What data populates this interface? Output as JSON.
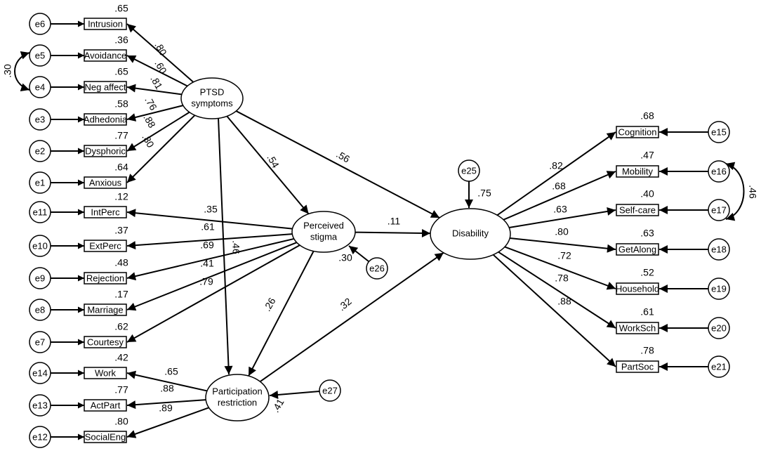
{
  "diagram": {
    "latent": {
      "ptsd": [
        "PTSD",
        "symptoms"
      ],
      "stigma": [
        "Perceived",
        "stigma"
      ],
      "disability": [
        "Disability"
      ],
      "participation": [
        "Participation",
        "restriction"
      ]
    },
    "indicators": {
      "ptsd": [
        {
          "error": "e6",
          "label": "Intrusion",
          "r2": ".65",
          "loading": ".80"
        },
        {
          "error": "e5",
          "label": "Avoidance",
          "r2": ".36",
          "loading": ".60"
        },
        {
          "error": "e4",
          "label": "Neg affect",
          "r2": ".65",
          "loading": ".81"
        },
        {
          "error": "e3",
          "label": "Adhedonia",
          "r2": ".58",
          "loading": ".76"
        },
        {
          "error": "e2",
          "label": "Dysphoric",
          "r2": ".77",
          "loading": ".88"
        },
        {
          "error": "e1",
          "label": "Anxious",
          "r2": ".64",
          "loading": ".80"
        }
      ],
      "stigma": [
        {
          "error": "e11",
          "label": "IntPerc",
          "r2": ".12",
          "loading": ".35"
        },
        {
          "error": "e10",
          "label": "ExtPerc",
          "r2": ".37",
          "loading": ".61"
        },
        {
          "error": "e9",
          "label": "Rejection",
          "r2": ".48",
          "loading": ".69"
        },
        {
          "error": "e8",
          "label": "Marriage",
          "r2": ".17",
          "loading": ".41"
        },
        {
          "error": "e7",
          "label": "Courtesy",
          "r2": ".62",
          "loading": ".79"
        }
      ],
      "participation": [
        {
          "error": "e14",
          "label": "Work",
          "r2": ".42",
          "loading": ".65"
        },
        {
          "error": "e13",
          "label": "ActPart",
          "r2": ".77",
          "loading": ".88"
        },
        {
          "error": "e12",
          "label": "SocialEng",
          "r2": ".80",
          "loading": ".89"
        }
      ],
      "disability": [
        {
          "error": "e15",
          "label": "Cognition",
          "r2": ".68",
          "loading": ".82"
        },
        {
          "error": "e16",
          "label": "Mobility",
          "r2": ".47",
          "loading": ".68"
        },
        {
          "error": "e17",
          "label": "Self-care",
          "r2": ".40",
          "loading": ".63"
        },
        {
          "error": "e18",
          "label": "GetAlong",
          "r2": ".63",
          "loading": ".80"
        },
        {
          "error": "e19",
          "label": "Household",
          "r2": ".52",
          "loading": ".72"
        },
        {
          "error": "e20",
          "label": "WorkSch",
          "r2": ".61",
          "loading": ".78"
        },
        {
          "error": "e21",
          "label": "PartSoc",
          "r2": ".78",
          "loading": ".88"
        }
      ]
    },
    "paths": {
      "ptsd_to_stigma": ".54",
      "ptsd_to_disability": ".56",
      "ptsd_to_participation": ".46",
      "stigma_to_disability": ".11",
      "stigma_to_participation": ".26",
      "participation_to_disability": ".32"
    },
    "disturbances": {
      "stigma": {
        "error": "e26",
        "r2": ".30"
      },
      "disability": {
        "error": "e25",
        "r2": ".75"
      },
      "participation": {
        "error": "e27",
        "r2": ".41"
      }
    },
    "covariances": {
      "e5_e4": ".30",
      "e16_e17": ".46"
    }
  }
}
